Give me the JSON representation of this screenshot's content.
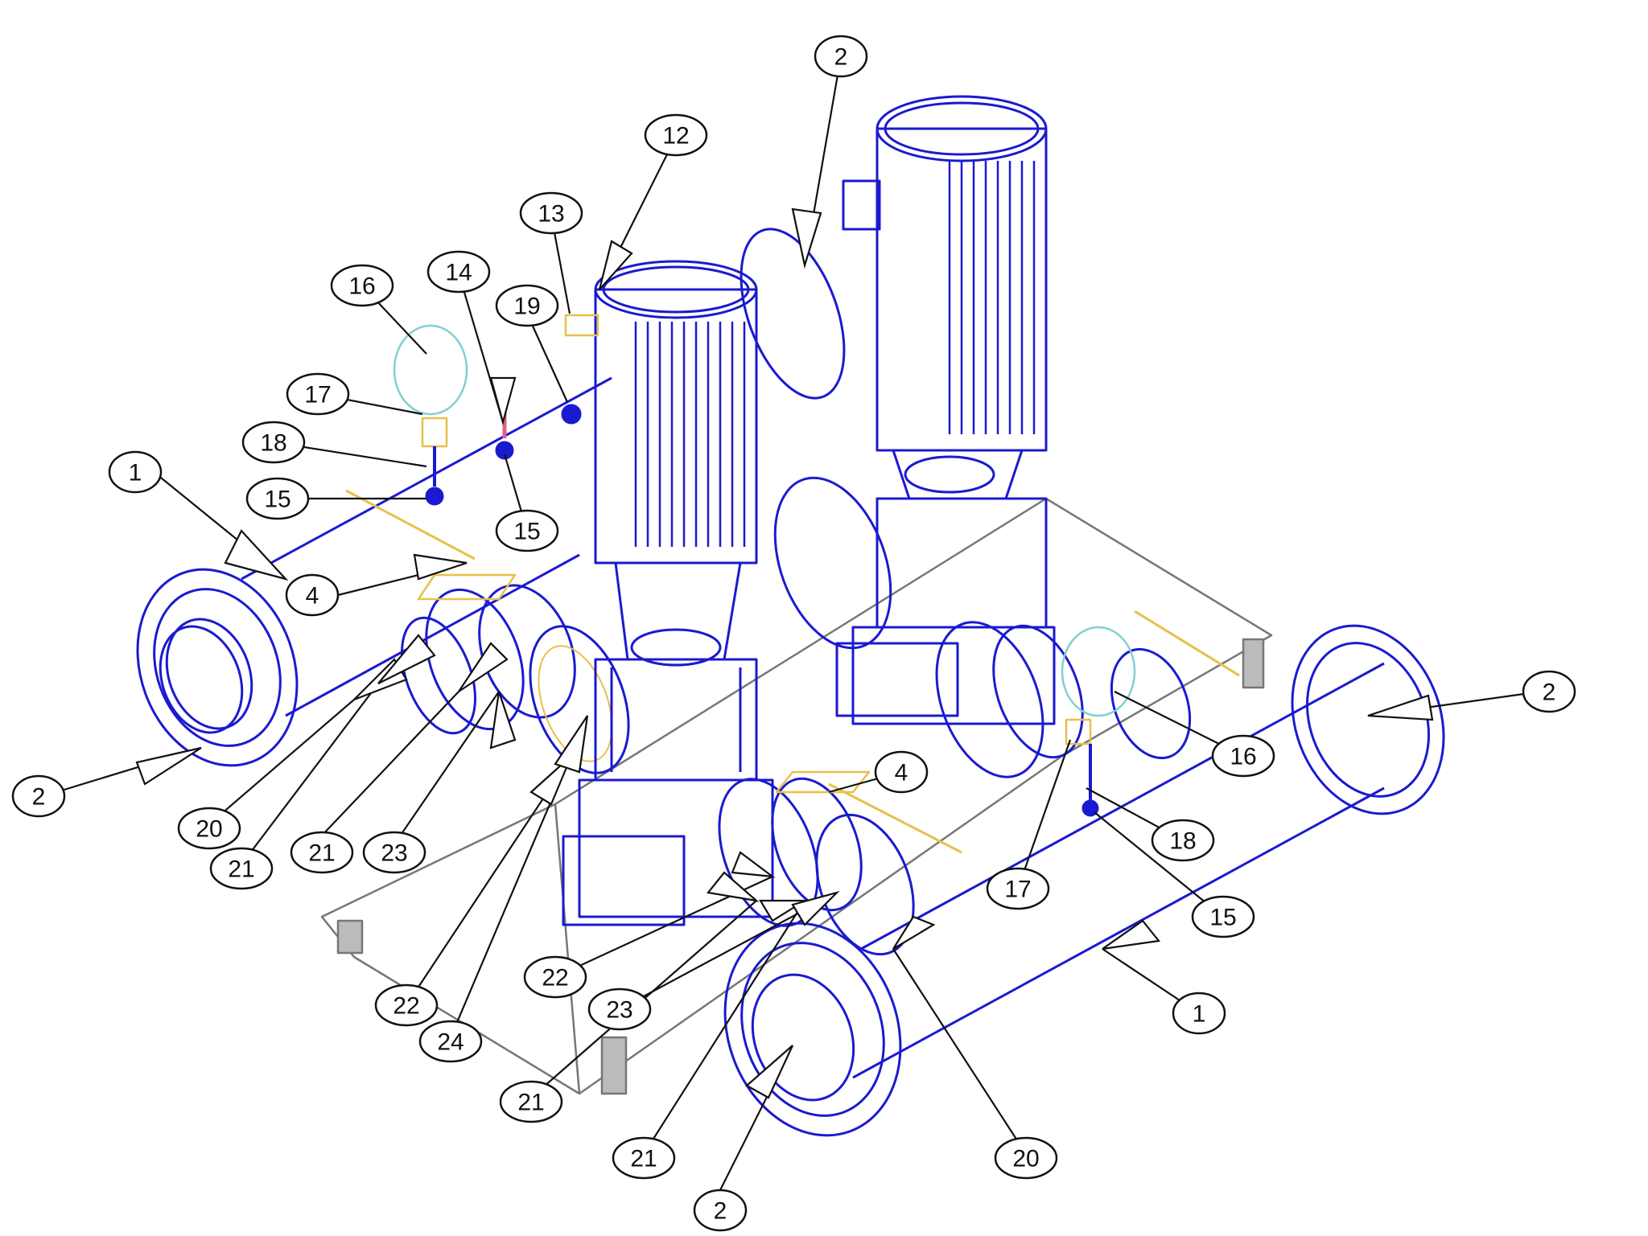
{
  "diagram": {
    "type": "exploded-assembly",
    "line_color": "#1a1ad0",
    "leader_color": "#111111",
    "highlight_color": "#e8c04a",
    "gauge_color": "#7fd0d0",
    "callouts": [
      {
        "id": "c1a",
        "label": "1"
      },
      {
        "id": "c1b",
        "label": "1"
      },
      {
        "id": "c2a",
        "label": "2"
      },
      {
        "id": "c2b",
        "label": "2"
      },
      {
        "id": "c2c",
        "label": "2"
      },
      {
        "id": "c2d",
        "label": "2"
      },
      {
        "id": "c4a",
        "label": "4"
      },
      {
        "id": "c4b",
        "label": "4"
      },
      {
        "id": "c12",
        "label": "12"
      },
      {
        "id": "c13",
        "label": "13"
      },
      {
        "id": "c14",
        "label": "14"
      },
      {
        "id": "c15a",
        "label": "15"
      },
      {
        "id": "c15b",
        "label": "15"
      },
      {
        "id": "c15c",
        "label": "15"
      },
      {
        "id": "c16a",
        "label": "16"
      },
      {
        "id": "c16b",
        "label": "16"
      },
      {
        "id": "c17a",
        "label": "17"
      },
      {
        "id": "c17b",
        "label": "17"
      },
      {
        "id": "c18a",
        "label": "18"
      },
      {
        "id": "c18b",
        "label": "18"
      },
      {
        "id": "c19",
        "label": "19"
      },
      {
        "id": "c20a",
        "label": "20"
      },
      {
        "id": "c20b",
        "label": "20"
      },
      {
        "id": "c21a",
        "label": "21"
      },
      {
        "id": "c21b",
        "label": "21"
      },
      {
        "id": "c21c",
        "label": "21"
      },
      {
        "id": "c21d",
        "label": "21"
      },
      {
        "id": "c22a",
        "label": "22"
      },
      {
        "id": "c22b",
        "label": "22"
      },
      {
        "id": "c23a",
        "label": "23"
      },
      {
        "id": "c23b",
        "label": "23"
      },
      {
        "id": "c24",
        "label": "24"
      }
    ]
  }
}
